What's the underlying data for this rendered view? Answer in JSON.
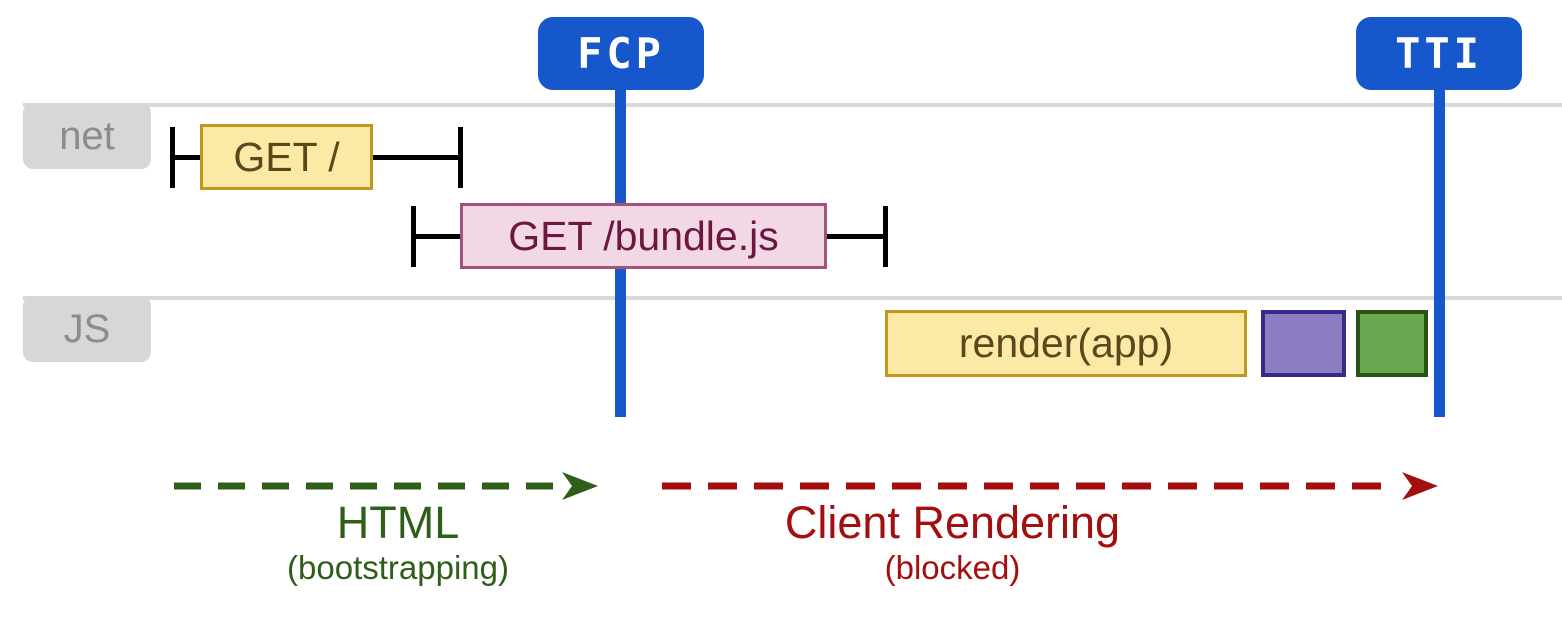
{
  "diagram": {
    "title_implicit": "Client-side rendering performance timeline"
  },
  "markers": {
    "fcp": {
      "label": "FCP"
    },
    "tti": {
      "label": "TTI"
    }
  },
  "lanes": {
    "net": {
      "label": "net"
    },
    "js": {
      "label": "JS"
    }
  },
  "events": {
    "get_root": {
      "label": "GET /",
      "lane": "net"
    },
    "get_bundle": {
      "label": "GET /bundle.js",
      "lane": "net"
    },
    "render_app": {
      "label": "render(app)",
      "lane": "JS"
    },
    "task_purple": {
      "label": "",
      "lane": "JS"
    },
    "task_green": {
      "label": "",
      "lane": "JS"
    }
  },
  "phases": {
    "html": {
      "label": "HTML",
      "sublabel": "(bootstrapping)"
    },
    "client_rendering": {
      "label": "Client Rendering",
      "sublabel": "(blocked)"
    }
  },
  "colors": {
    "badge-blue": "#1657cb",
    "lane-line": "#d9d9d9",
    "tab-bg": "#d7d7d7",
    "tab-text": "#8c8c8c",
    "yellow-fill": "#fce9a6",
    "yellow-border": "#c2971d",
    "yellow-text": "#57491b",
    "pink-fill": "#f2d8e4",
    "pink-border": "#a3527e",
    "pink-text": "#6b1741",
    "purple-fill": "#8d7cc2",
    "purple-border": "#372a8a",
    "green-fill": "#69a750",
    "green-border": "#2c5316",
    "arrow-green": "#2f5e18",
    "arrow-red": "#a30e0e"
  }
}
